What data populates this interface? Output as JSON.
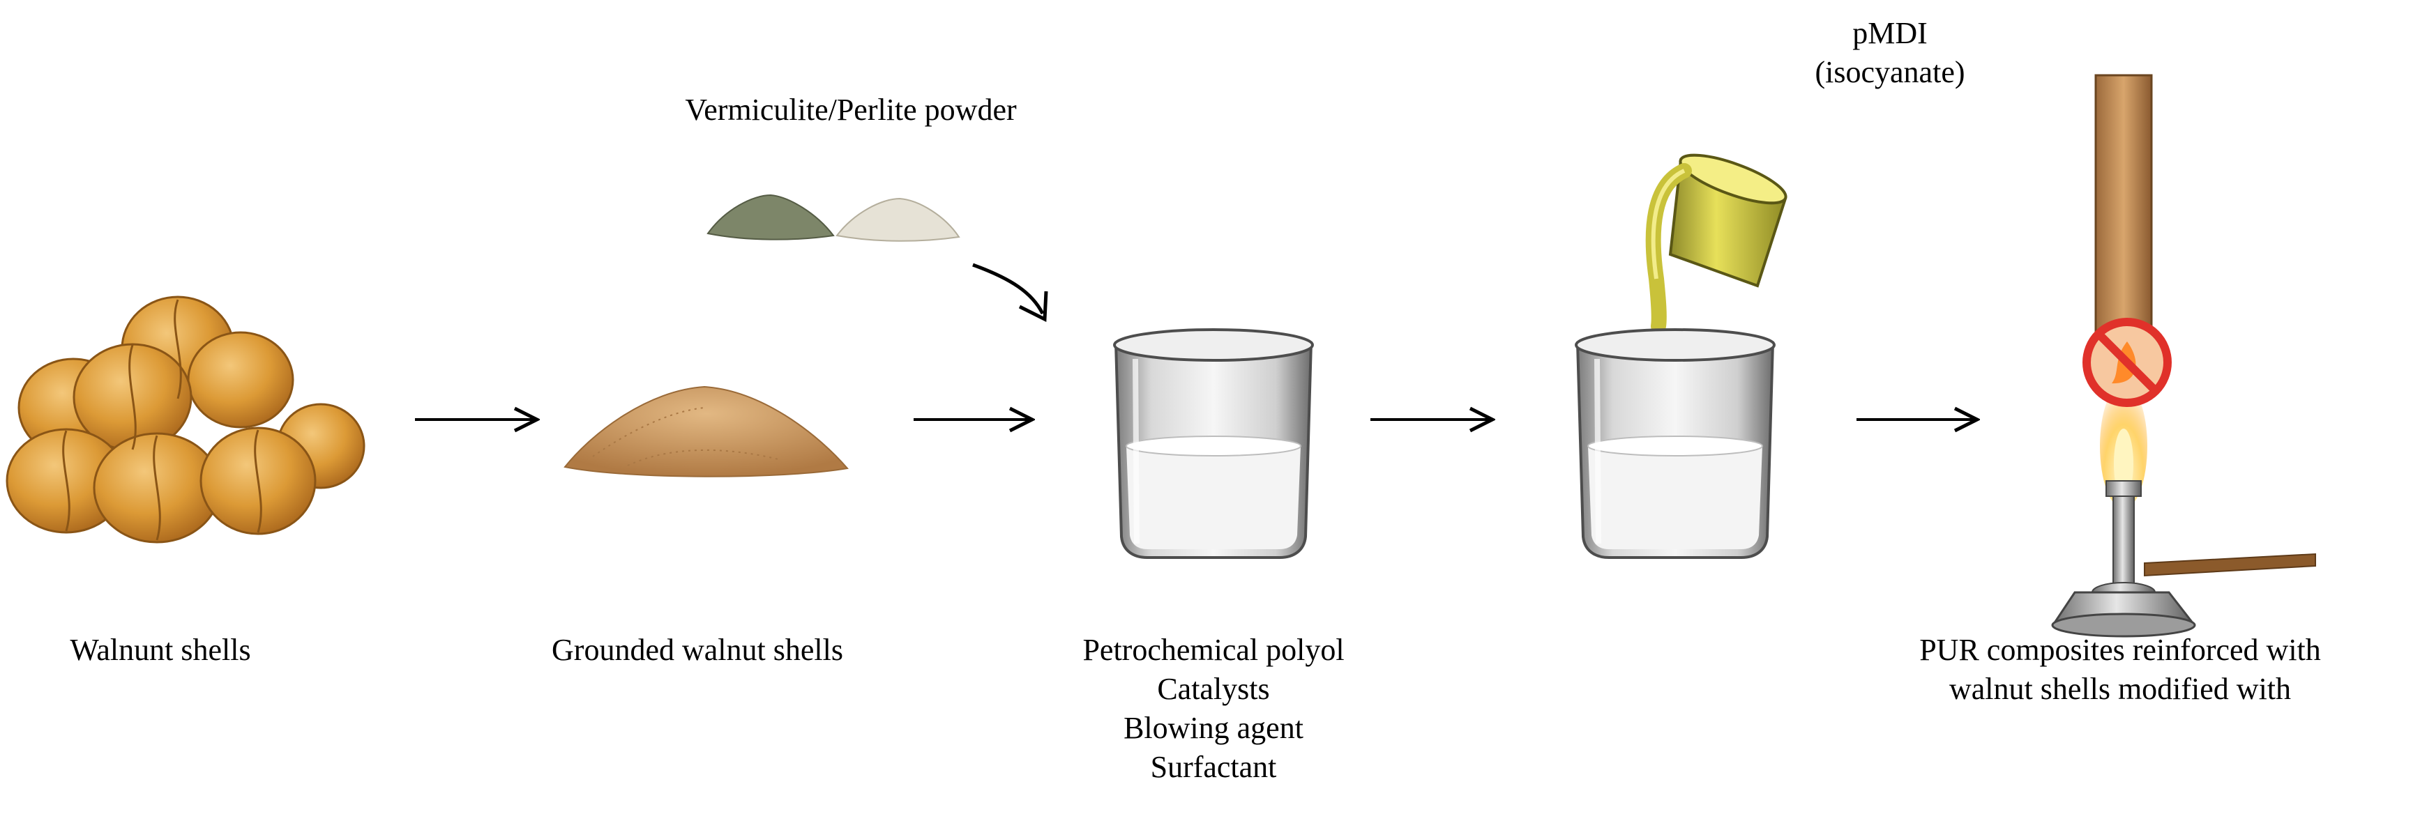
{
  "steps": {
    "walnut": {
      "label": "Walnunt shells"
    },
    "ground": {
      "label": "Grounded walnut shells"
    },
    "polyol": {
      "lines": [
        "Petrochemical polyol",
        "Catalysts",
        "Blowing agent",
        "Surfactant"
      ]
    },
    "composite": {
      "lines": [
        "PUR composites reinforced with",
        "walnut shells modified with"
      ]
    }
  },
  "additives": {
    "powder": {
      "label": "Vermiculite/Perlite  powder"
    },
    "isocyanate": {
      "lines": [
        "pMDI",
        "(isocyanate)"
      ]
    }
  },
  "icons": [
    "walnut-pile-icon",
    "ground-shell-pile-icon",
    "powder-piles-icon",
    "beaker-icon",
    "pouring-cup-icon",
    "bunsen-burner-icon",
    "no-fire-icon"
  ],
  "colors": {
    "walnut": "#d9962e",
    "ground": "#c99a62",
    "isocyanate": "#c9c23a",
    "liquid": "#f4f4f4",
    "flame_ban": "#e0312a"
  }
}
